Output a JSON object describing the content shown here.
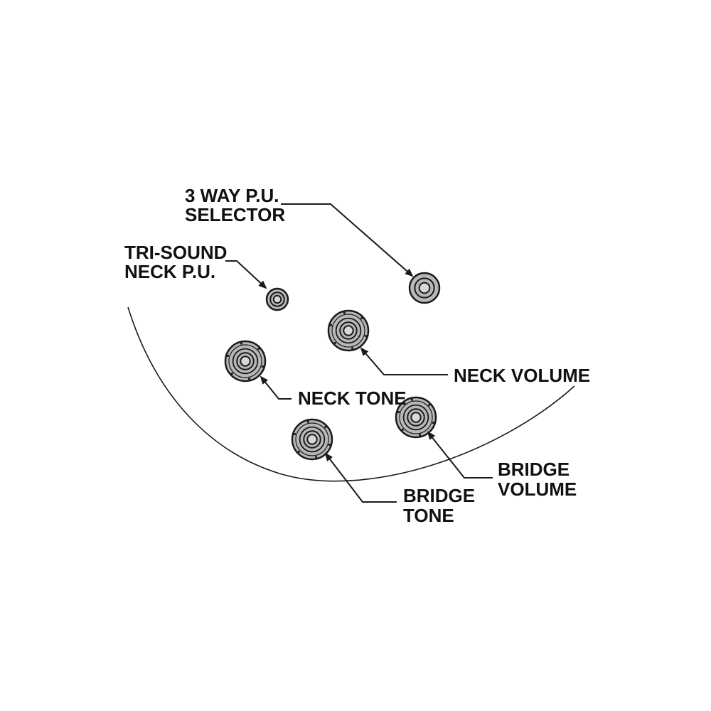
{
  "colors": {
    "line": "#1a1a1a",
    "text": "#111111",
    "knob_fill": "#b8b8b8",
    "knob_stroke": "#1a1a1a"
  },
  "labels": {
    "selector_line1": "3 WAY P.U.",
    "selector_line2": "SELECTOR",
    "trisound_line1": "TRI-SOUND",
    "trisound_line2": "NECK P.U.",
    "neck_volume": "NECK VOLUME",
    "neck_tone": "NECK TONE",
    "bridge_volume_line1": "BRIDGE",
    "bridge_volume_line2": "VOLUME",
    "bridge_tone_line1": "BRIDGE",
    "bridge_tone_line2": "TONE"
  },
  "icons": {
    "knob": "control-knob-icon",
    "switch": "toggle-switch-icon",
    "arrow": "arrowhead-icon"
  }
}
